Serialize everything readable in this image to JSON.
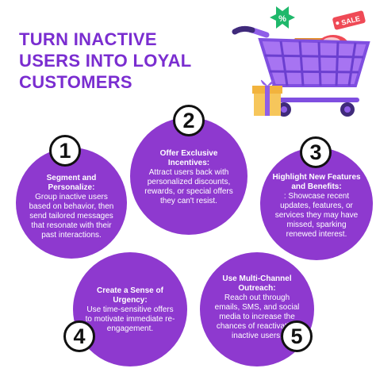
{
  "title": {
    "line1": "TURN INACTIVE",
    "line2": "USERS INTO LOYAL",
    "line3": "CUSTOMERS"
  },
  "illustration": {
    "icon": "shopping-cart-icon",
    "tag_discount": "%",
    "tag_sale": "SALE"
  },
  "colors": {
    "accent": "#8e39cf",
    "title": "#7a2dd0",
    "badge_border": "#111111"
  },
  "steps": [
    {
      "number": "1",
      "heading": "Segment and Personalize:",
      "body": "Group inactive users based on behavior, then send tailored messages that resonate with their past interactions."
    },
    {
      "number": "2",
      "heading": "Offer Exclusive Incentives:",
      "body": "Attract users back with personalized discounts, rewards, or special offers they can't resist."
    },
    {
      "number": "3",
      "heading": "Highlight New Features and Benefits:",
      "body": ": Showcase recent updates, features, or services they may have missed, sparking renewed interest."
    },
    {
      "number": "4",
      "heading": "Create a Sense of Urgency:",
      "body": "Use time-sensitive offers to motivate immediate re-engagement."
    },
    {
      "number": "5",
      "heading": "Use Multi-Channel Outreach:",
      "body": "Reach out through emails, SMS, and social media to increase the chances of reactivating inactive users."
    }
  ]
}
